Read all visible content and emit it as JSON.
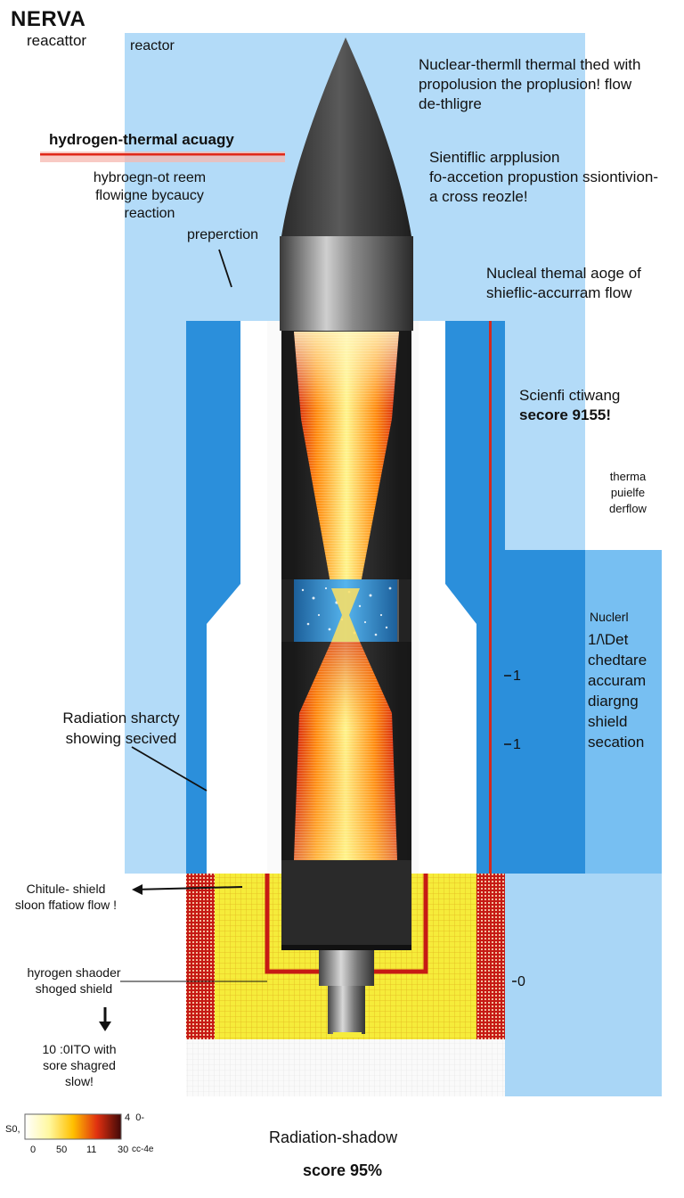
{
  "title": "NERVA",
  "subtitle": "reacattor",
  "labels": {
    "top_reactor": "reactor",
    "accuracy_heading": "hydrogen-thermal acuagy",
    "flow_note": [
      "hybroegn-ot reem",
      "flowigne bycaucy",
      "reaction"
    ],
    "preperction": "preperction",
    "nuclear_thermal": [
      "Nuclear-thermll thermal thed with",
      "propolusion the proplusion! flow",
      "de-thligre"
    ],
    "scientific": [
      "Sientiflic arpplusion",
      "fo-accetion propustion ssiontivion-",
      "a cross reozle!"
    ],
    "nucleal": [
      "Nucleal themal aoge of",
      "shieflic-accurram flow"
    ],
    "scienfi": "Scienfi ctiwang",
    "score_side": "secore 9155!",
    "therma": [
      "therma",
      "puielfe",
      "derflow"
    ],
    "nuclerl": "Nuclerl",
    "right_block": [
      "1/\\Det",
      "chedtare",
      "accuram",
      "diargng",
      "shield",
      "secation"
    ],
    "radiation": [
      "Radiation sharcty",
      "showing secived"
    ],
    "chitule": [
      "Chitule- shield",
      "sloon ffatiow flow !"
    ],
    "hyrogen_shadow": [
      "hyrogen shaoder",
      "shoged shield"
    ],
    "ten_otto": [
      "10 :0ITO with",
      "sore shagred",
      "slow!"
    ]
  },
  "ticks": {
    "t1": "1",
    "t2": "1",
    "t3": "0"
  },
  "colorbar": {
    "left_label": "S0,",
    "tick_labels": [
      "0",
      "50",
      "11",
      "30"
    ],
    "end_label": "cc-4e",
    "right_top": [
      "4",
      "0-"
    ]
  },
  "score": {
    "label": "Radiation-shadow",
    "value": "score 95%"
  },
  "colors": {
    "light_blue": "#b3dbf8",
    "blue": "#2b8fdb",
    "red": "#d42a1e",
    "yellow": "#f6ec3a"
  }
}
